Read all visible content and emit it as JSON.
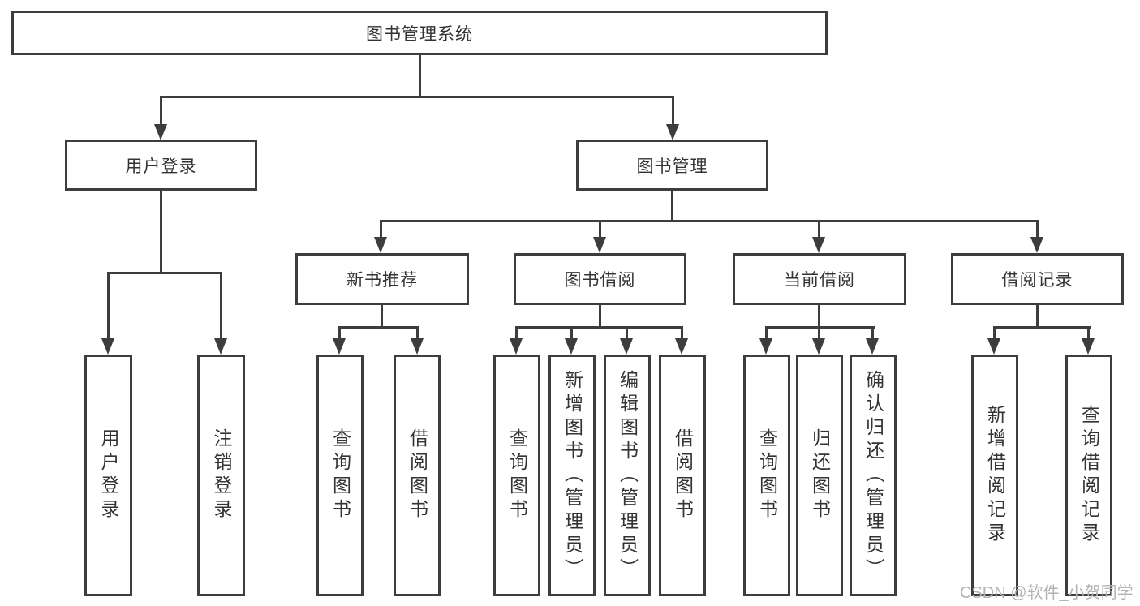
{
  "nodes": {
    "root": "图书管理系统",
    "user_login": "用户登录",
    "book_mgmt": "图书管理",
    "new_book_rec": "新书推荐",
    "book_borrowing": "图书借阅",
    "current_borrowing": "当前借阅",
    "borrowing_records": "借阅记录",
    "leaf_user_login": "用户登录",
    "leaf_logout": "注销登录",
    "leaf_nb_query_book": "查询图书",
    "leaf_nb_borrow_book": "借阅图书",
    "leaf_bb_query_book": "查询图书",
    "leaf_bb_add_book": "新增图书（管理员）",
    "leaf_bb_edit_book": "编辑图书（管理员）",
    "leaf_bb_borrow_book": "借阅图书",
    "leaf_cb_query_book": "查询图书",
    "leaf_cb_return_book": "归还图书",
    "leaf_cb_confirm_return": "确认归还（管理员）",
    "leaf_br_add_record": "新增借阅记录",
    "leaf_br_query_record": "查询借阅记录"
  },
  "watermark": {
    "text": "CSDN @软件_小贺同学"
  },
  "colors": {
    "line": "#3d3d3d",
    "text": "#333333",
    "watermark": "#b3b3b3",
    "background": "#ffffff"
  }
}
